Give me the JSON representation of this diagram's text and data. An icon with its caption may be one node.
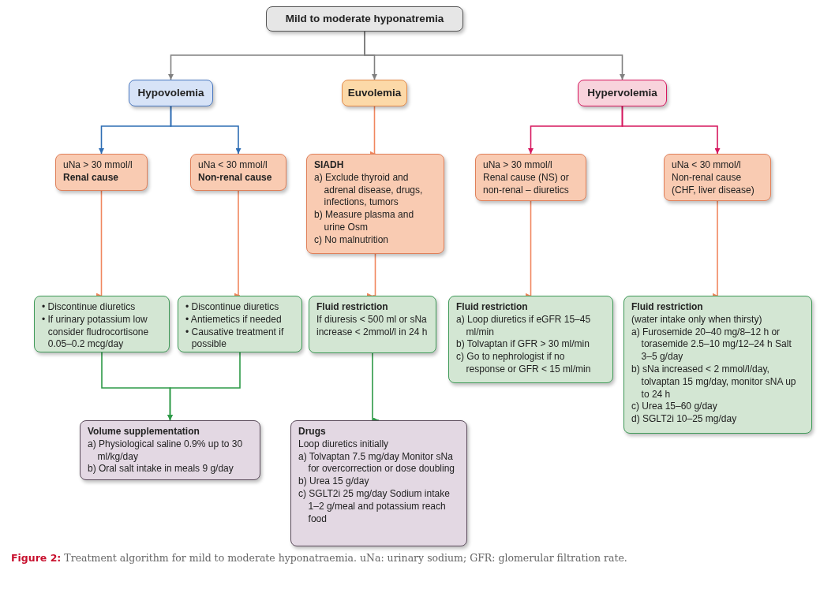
{
  "diagram": {
    "caption": "**Figure 2:** Treatment algorithm for mild to moderate hyponatraemia. uNa: urinary sodium; GFR: glomerular filtration rate.",
    "nodes": [
      {
        "text": [
          "Mild to moderate hyponatremia"
        ]
      },
      {
        "text": [
          "Hypovolemia"
        ]
      },
      {
        "text": [
          "Euvolemia"
        ]
      },
      {
        "text": [
          "Hypervolemia"
        ]
      },
      {
        "text": [
          "uNa > 30 mmol/l",
          "Renal cause"
        ]
      },
      {
        "text": [
          "uNa < 30 mmol/l",
          "Non-renal cause"
        ]
      },
      {
        "text": [
          "SIADH",
          "a) Exclude thyroid and adrenal disease, drugs, infections, tumors",
          "b) Measure plasma and urine Osm",
          "c) No malnutrition"
        ]
      },
      {
        "text": [
          "uNa > 30 mmol/l",
          "Renal cause (NS) or non-renal – diuretics"
        ]
      },
      {
        "text": [
          "uNa < 30 mmol/l",
          "Non-renal cause (CHF, liver disease)"
        ]
      },
      {
        "text": [
          "• Discontinue diuretics",
          "• If urinary potassium low consider fludrocortisone 0.05–0.2 mcg/day"
        ]
      },
      {
        "text": [
          "• Discontinue diuretics",
          "• Antiemetics if needed",
          "• Causative treatment if possible"
        ]
      },
      {
        "text": [
          "Fluid restriction",
          "If diuresis < 500 ml or sNa increase < 2mmol/l in 24 h"
        ]
      },
      {
        "text": [
          "Fluid restriction",
          "a) Loop diuretics if eGFR 15–45 ml/min",
          "b) Tolvaptan if GFR > 30 ml/min",
          "c) Go to nephrologist if no response or GFR < 15 ml/min"
        ]
      },
      {
        "text": [
          "Fluid restriction",
          "(water intake only when thirsty)",
          "a) Furosemide 20–40 mg/8–12 h or torasemide 2.5–10 mg/12–24 h Salt 3–5 g/day",
          "b) sNa increased < 2 mmol/l/day, tolvaptan 15 mg/day, monitor sNA up to 24 h",
          "c) Urea 15–60 g/day",
          "d) SGLT2i 10–25 mg/day"
        ]
      },
      {
        "text": [
          "Volume supplementation",
          "a) Physiological saline 0.9% up to 30 ml/kg/day",
          "b) Oral salt intake in meals 9 g/day"
        ]
      },
      {
        "text": [
          "Drugs",
          "Loop diuretics initially",
          "a) Tolvaptan 7.5 mg/day Monitor sNa for overcorrection or dose doubling",
          "b) Urea 15 g/day",
          "c) SGLT2i 25 mg/day Sodium intake 1–2 g/meal and potassium reach food"
        ]
      }
    ],
    "edges": [
      {
        "from": 0,
        "to": 1,
        "arrow": "to",
        "color": "#808080"
      },
      {
        "from": 0,
        "to": 2,
        "arrow": "to",
        "color": "#808080"
      },
      {
        "from": 0,
        "to": 3,
        "arrow": "to",
        "color": "#808080"
      },
      {
        "from": 1,
        "to": 4,
        "arrow": "to",
        "color": "#2e6db4"
      },
      {
        "from": 1,
        "to": 5,
        "arrow": "to",
        "color": "#2e6db4"
      },
      {
        "from": 2,
        "to": 6,
        "arrow": "to"
      },
      {
        "from": 3,
        "to": 7,
        "arrow": "to",
        "color": "#d6175e"
      },
      {
        "from": 3,
        "to": 8,
        "arrow": "to",
        "color": "#d6175e"
      },
      {
        "from": 4,
        "to": 9,
        "arrow": "to"
      },
      {
        "from": 5,
        "to": 10,
        "arrow": "to"
      },
      {
        "from": 6,
        "to": 11,
        "arrow": "to"
      },
      {
        "from": 7,
        "to": 12,
        "arrow": "to"
      },
      {
        "from": 8,
        "to": 13,
        "arrow": "to"
      },
      {
        "from": 9,
        "to": 14,
        "arrow": "to",
        "color": "#2e9a48"
      },
      {
        "from": 10,
        "to": 14,
        "arrow": "to",
        "color": "#2e9a48"
      },
      {
        "from": 11,
        "to": 15,
        "arrow": "to",
        "color": "#2e9a48"
      }
    ]
  }
}
